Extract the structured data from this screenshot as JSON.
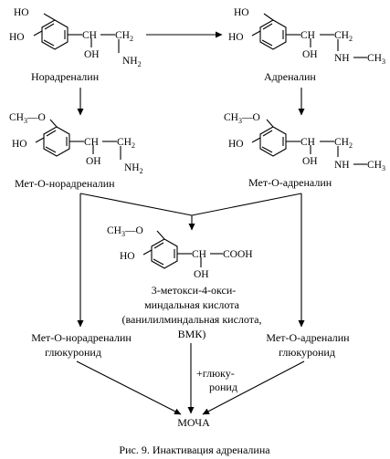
{
  "atoms": {
    "ho": "HO",
    "oh": "OH",
    "ch": "CH",
    "ch2": "CH",
    "ch2_sub": "2",
    "nh": "NH",
    "nh2": "NH",
    "nh2_sub": "2",
    "ch3": "CH",
    "ch3_sub": "3",
    "ch3o": "CH",
    "ch3o_sub": "3",
    "cooh": "COOH",
    "dash": "—",
    "o": "O"
  },
  "compounds": {
    "noradrenaline": "Норадреналин",
    "adrenaline": "Адреналин",
    "met_o_noradrenaline": "Мет-О-норадреналин",
    "met_o_adrenaline": "Мет-О-адреналин",
    "vma_line1": "3-метокси-4-окси-",
    "vma_line2": "миндальная кислота",
    "vma_line3": "(ванилилминдальная кислота,",
    "vma_line4": "ВМК)",
    "met_o_noradrenaline_glucuronide_line1": "Мет-О-норадреналин",
    "met_o_noradrenaline_glucuronide_line2": "глюкуронид",
    "met_o_adrenaline_glucuronide_line1": "Мет-О-адреналин",
    "met_o_adrenaline_glucuronide_line2": "глюкуронид",
    "urine": "МОЧА"
  },
  "annotations": {
    "plus_glucuronide_line1": "+глюку-",
    "plus_glucuronide_line2": "ронид"
  },
  "caption": "Рис. 9. Инактивация адреналина"
}
